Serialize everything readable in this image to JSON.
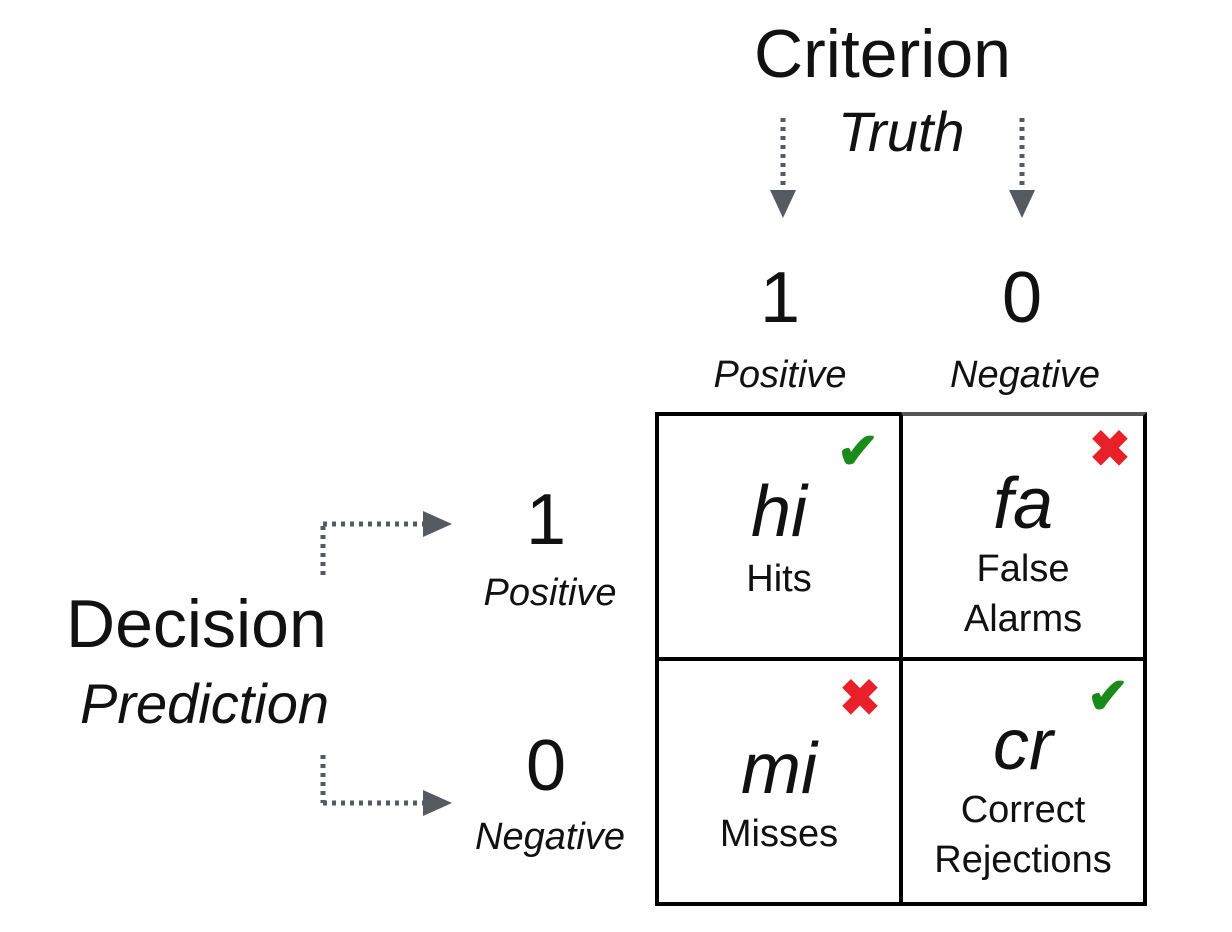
{
  "criterion": {
    "title": "Criterion",
    "subtitle": "Truth"
  },
  "decision": {
    "title": "Decision",
    "subtitle": "Prediction"
  },
  "columns": [
    {
      "value": "1",
      "label": "Positive"
    },
    {
      "value": "0",
      "label": "Negative"
    }
  ],
  "rows": [
    {
      "value": "1",
      "label": "Positive"
    },
    {
      "value": "0",
      "label": "Negative"
    }
  ],
  "cells": [
    {
      "abbr": "hi",
      "name": "Hits",
      "mark": "check-icon"
    },
    {
      "abbr": "fa",
      "name": "False Alarms",
      "mark": "cross-icon"
    },
    {
      "abbr": "mi",
      "name": "Misses",
      "mark": "cross-icon"
    },
    {
      "abbr": "cr",
      "name": "Correct Rejections",
      "mark": "check-icon"
    }
  ],
  "colors": {
    "check": "#1a8a1a",
    "cross": "#e8202a",
    "arrow": "#555a60",
    "grid": "#000000"
  }
}
